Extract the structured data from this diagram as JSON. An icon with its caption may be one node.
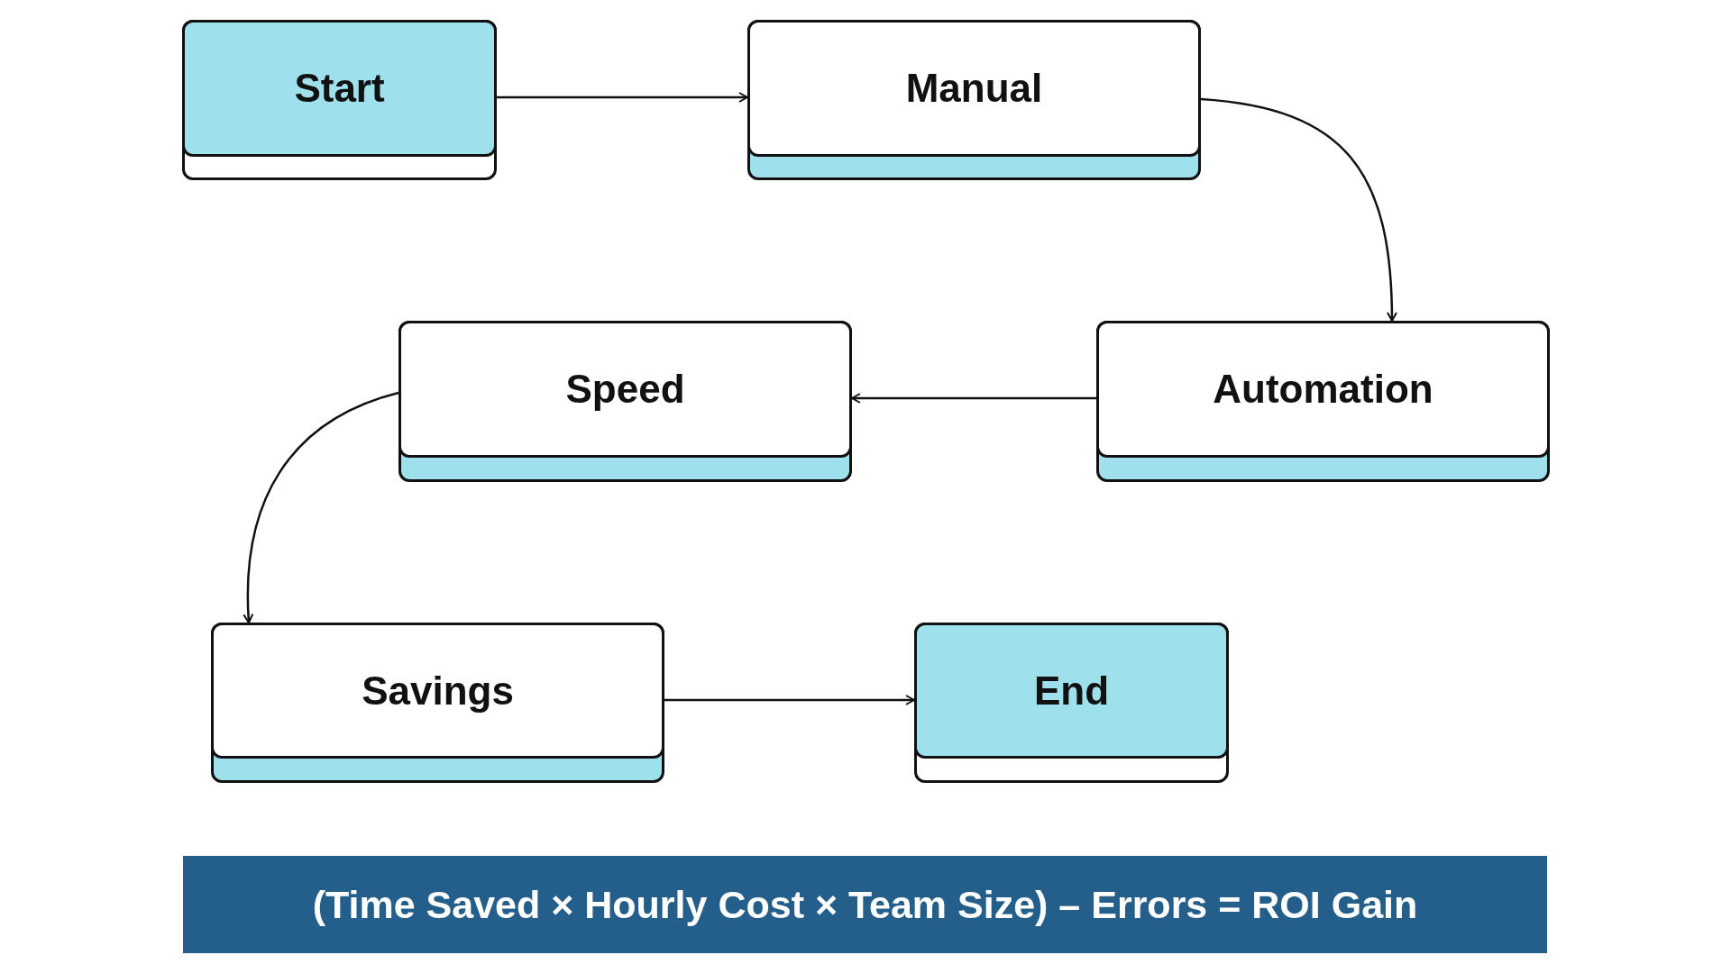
{
  "diagram": {
    "nodes": [
      {
        "text": [
          "Start"
        ]
      },
      {
        "text": [
          "Manual"
        ]
      },
      {
        "text": [
          "Speed"
        ]
      },
      {
        "text": [
          "Automation"
        ]
      },
      {
        "text": [
          "Savings"
        ]
      },
      {
        "text": [
          "End"
        ]
      },
      {
        "text": [
          "(Time Saved × Hourly Cost × Team Size) – Errors = ROI Gain"
        ]
      }
    ],
    "edges": [
      {
        "from": 0,
        "to": 1,
        "arrow": "to"
      },
      {
        "from": 1,
        "to": 3,
        "arrow": "to"
      },
      {
        "from": 3,
        "to": 2,
        "arrow": "to"
      },
      {
        "from": 2,
        "to": 4,
        "arrow": "to"
      },
      {
        "from": 4,
        "to": 5,
        "arrow": "to"
      }
    ]
  }
}
